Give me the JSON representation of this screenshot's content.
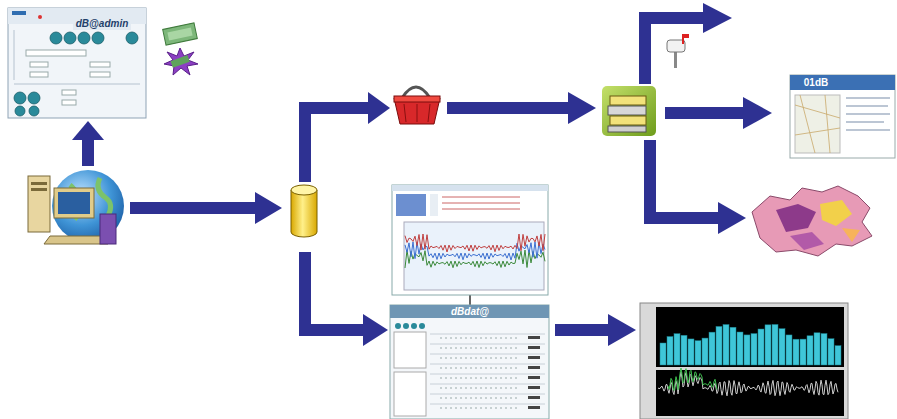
{
  "diagram": {
    "nodes": [
      {
        "text": [
          "dB@admin"
        ]
      },
      {
        "text": [
          "01dB"
        ]
      },
      {
        "text": [
          "dBdat@"
        ]
      }
    ]
  }
}
